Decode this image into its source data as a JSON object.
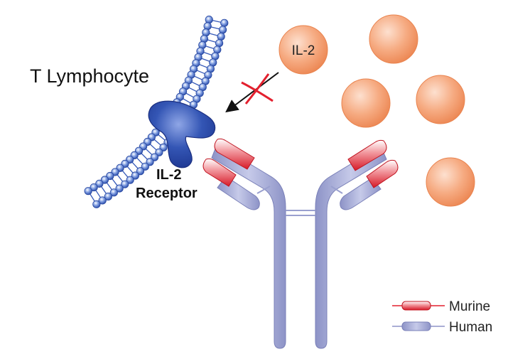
{
  "labels": {
    "cell": "T Lymphocyte",
    "receptor_line1": "IL-2",
    "receptor_line2": "Receptor",
    "cytokine": "IL-2"
  },
  "legend": [
    {
      "label": "Murine",
      "color": "#e3202e"
    },
    {
      "label": "Human",
      "color": "#a7acd8"
    }
  ],
  "icons": [
    "lipid-bilayer-membrane",
    "receptor-blob",
    "antibody-y-shape",
    "blocked-arrow-icon",
    "x-mark-icon",
    "il2-sphere"
  ],
  "colors": {
    "membrane": "#3559b8",
    "receptor": "#2e4aa6",
    "human_region": "#a7acd8",
    "murine_region": "#e3202e",
    "sphere": "#f4a07a",
    "sphere_edge": "#e9834e",
    "block_mark": "#e3202e"
  }
}
